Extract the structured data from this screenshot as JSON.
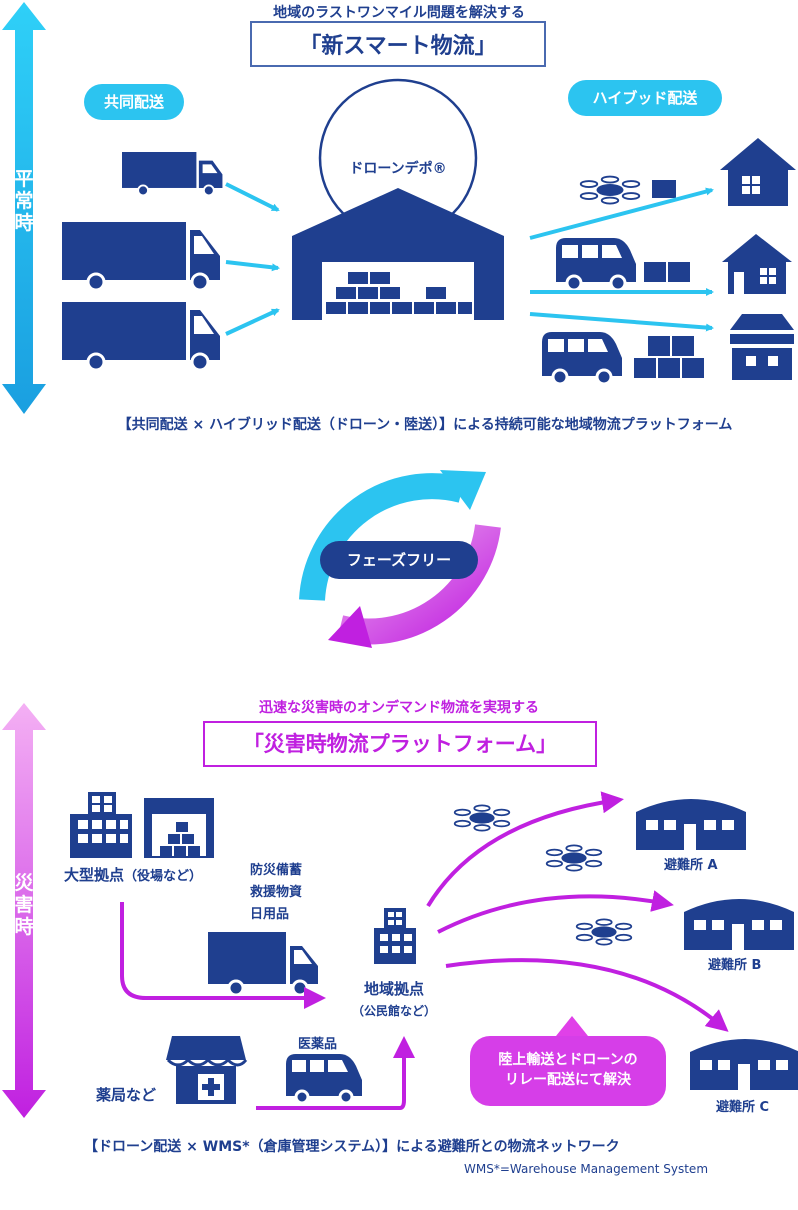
{
  "top": {
    "subtitle": "地域のラストワンマイル問題を解決する",
    "title": "「新スマート物流」",
    "side_label": "平常時",
    "left_pill": "共同配送",
    "right_pill": "ハイブッド配送",
    "depot_label": "ドローンデポ®",
    "caption": "【共同配送 × ハイブリッド配送（ドローン・陸送）】による持続可能な地域物流プラットフォーム"
  },
  "middle": {
    "cycle_label": "フェーズフリー"
  },
  "bottom": {
    "subtitle": "迅速な災害時のオンデマンド物流を実現する",
    "title": "「災害時物流プラットフォーム」",
    "side_label": "災害時",
    "large_base": "大型拠点",
    "large_base_note": "（役場など）",
    "supplies": [
      "防災備蓄",
      "救援物資",
      "日用品"
    ],
    "regional_base": "地域拠点",
    "regional_base_note": "（公民館など）",
    "pharmacy": "薬局など",
    "medicine": "医薬品",
    "callout": [
      "陸上輸送とドローンの",
      "リレー配送にて解決"
    ],
    "shelters": [
      "避難所 A",
      "避難所 B",
      "避難所 C"
    ],
    "caption": "【ドローン配送 × WMS*（倉庫管理システム）】による避難所との物流ネットワーク",
    "footnote": "WMS*=Warehouse Management System"
  },
  "colors": {
    "navy": "#1f3f8f",
    "cyan": "#2cc4f0",
    "magenta": "#c020e0",
    "pink": "#f0a0f0"
  }
}
